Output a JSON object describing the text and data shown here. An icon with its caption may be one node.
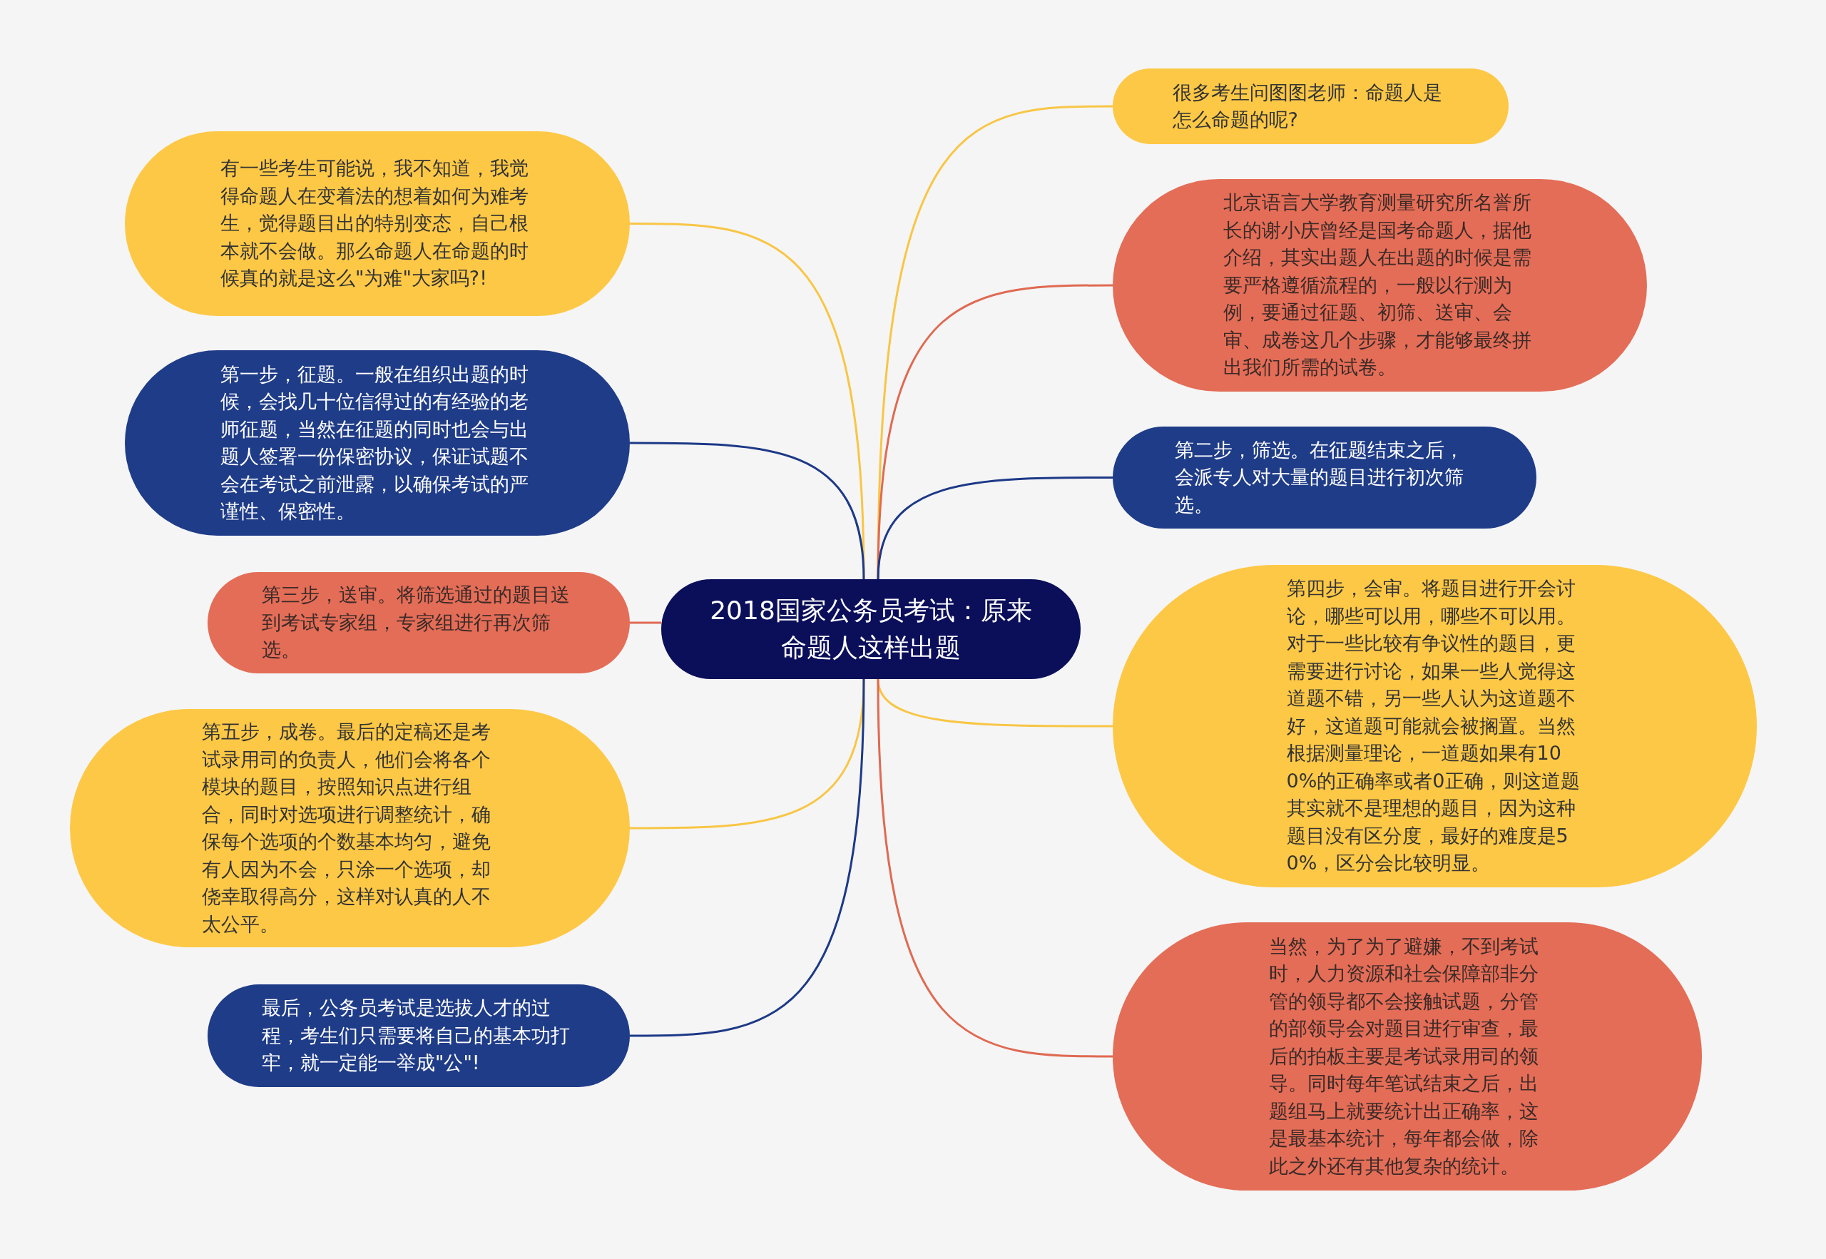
{
  "diagram": {
    "nodes": [
      {
        "text": [
          "2018国家公务员考试：原来命题人这样出题"
        ]
      },
      {
        "text": [
          "很多考生问图图老师：命题人是怎么命题的呢?"
        ]
      },
      {
        "text": [
          "北京语言大学教育测量研究所名誉所长的谢小庆曾经是国考命题人，据他介绍，其实出题人在出题的时候是需要严格遵循流程的，一般以行测为例，要通过征题、初筛、送审、会审、成卷这几个步骤，才能够最终拼出我们所需的试卷。"
        ]
      },
      {
        "text": [
          "有一些考生可能说，我不知道，我觉得命题人在变着法的想着如何为难考生，觉得题目出的特别变态，自己根本就不会做。那么命题人在命题的时候真的就是这么\"为难\"大家吗?!"
        ]
      },
      {
        "text": [
          "第一步，征题。一般在组织出题的时候，会找几十位信得过的有经验的老师征题，当然在征题的同时也会与出题人签署一份保密协议，保证试题不会在考试之前泄露，以确保考试的严谨性、保密性。"
        ]
      },
      {
        "text": [
          "第二步，筛选。在征题结束之后，会派专人对大量的题目进行初次筛选。"
        ]
      },
      {
        "text": [
          "第三步，送审。将筛选通过的题目送到考试专家组，专家组进行再次筛选。"
        ]
      },
      {
        "text": [
          "第四步，会审。将题目进行开会讨论，哪些可以用，哪些不可以用。对于一些比较有争议性的题目，更需要进行讨论，如果一些人觉得这道题不错，另一些人认为这道题不好，这道题可能就会被搁置。当然根据测量理论，一道题如果有100%的正确率或者0正确，则这道题其实就不是理想的题目，因为这种题目没有区分度，最好的难度是50%，区分会比较明显。"
        ]
      },
      {
        "text": [
          "第五步，成卷。最后的定稿还是考试录用司的负责人，他们会将各个模块的题目，按照知识点进行组合，同时对选项进行调整统计，确保每个选项的个数基本均匀，避免有人因为不会，只涂一个选项，却侥幸取得高分，这样对认真的人不太公平。"
        ]
      },
      {
        "text": [
          "当然，为了为了避嫌，不到考试时，人力资源和社会保障部非分管的领导都不会接触试题，分管的部领导会对题目进行审查，最后的拍板主要是考试录用司的领导。同时每年笔试结束之后，出题组马上就要统计出正确率，这是最基本统计，每年都会做，除此之外还有其他复杂的统计。"
        ]
      },
      {
        "text": [
          "最后，公务员考试是选拔人才的过程，考生们只需要将自己的基本功打牢，就一定能一举成\"公\"!"
        ]
      }
    ],
    "edges": [
      {
        "from": 0,
        "to": 1,
        "arrow": "none",
        "color": "#f8c646"
      },
      {
        "from": 0,
        "to": 2,
        "arrow": "none",
        "color": "#df6a52"
      },
      {
        "from": 0,
        "to": 3,
        "arrow": "none",
        "color": "#f8c646"
      },
      {
        "from": 0,
        "to": 4,
        "arrow": "none",
        "color": "#1d3987"
      },
      {
        "from": 0,
        "to": 5,
        "arrow": "none",
        "color": "#1d3987"
      },
      {
        "from": 0,
        "to": 6,
        "arrow": "none",
        "color": "#df6a52"
      },
      {
        "from": 0,
        "to": 7,
        "arrow": "none",
        "color": "#f8c646"
      },
      {
        "from": 0,
        "to": 8,
        "arrow": "none",
        "color": "#f8c646"
      },
      {
        "from": 0,
        "to": 9,
        "arrow": "none",
        "color": "#df6a52"
      },
      {
        "from": 0,
        "to": 10,
        "arrow": "none",
        "color": "#1d3987"
      }
    ]
  }
}
